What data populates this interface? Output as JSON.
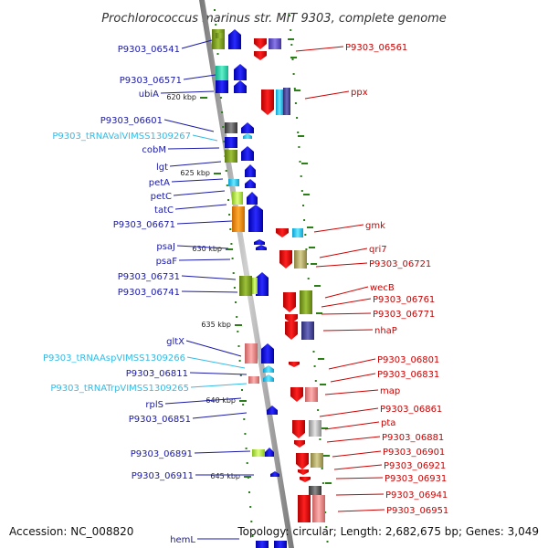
{
  "title": "Prochlorococcus marinus str. MIT 9303, complete genome",
  "footer": {
    "accession": "Accession: NC_008820",
    "topology": "Topology: circular; Length: 2,682,675 bp; Genes: 3,049"
  },
  "colors": {
    "left_label": "#1a1aa6",
    "left_trna_label": "#33bbe6",
    "right_label": "#cc0000",
    "backbone": "#999999",
    "ruler": "#2e7d1b"
  },
  "scale_labels": [
    "620 kbp",
    "625 kbp",
    "630 kbp",
    "635 kbp",
    "640 kbp",
    "645 kbp"
  ],
  "left_labels": [
    {
      "text": "P9303_06541",
      "kind": "gene"
    },
    {
      "text": "P9303_06571",
      "kind": "gene"
    },
    {
      "text": "ubiA",
      "kind": "gene"
    },
    {
      "text": "P9303_06601",
      "kind": "gene"
    },
    {
      "text": "P9303_tRNAValVIMSS1309267",
      "kind": "trna"
    },
    {
      "text": "cobM",
      "kind": "gene"
    },
    {
      "text": "lgt",
      "kind": "gene"
    },
    {
      "text": "petA",
      "kind": "gene"
    },
    {
      "text": "petC",
      "kind": "gene"
    },
    {
      "text": "tatC",
      "kind": "gene"
    },
    {
      "text": "P9303_06671",
      "kind": "gene"
    },
    {
      "text": "psaJ",
      "kind": "gene"
    },
    {
      "text": "psaF",
      "kind": "gene"
    },
    {
      "text": "P9303_06731",
      "kind": "gene"
    },
    {
      "text": "P9303_06741",
      "kind": "gene"
    },
    {
      "text": "gltX",
      "kind": "gene"
    },
    {
      "text": "P9303_tRNAAspVIMSS1309266",
      "kind": "trna"
    },
    {
      "text": "P9303_06811",
      "kind": "gene"
    },
    {
      "text": "P9303_tRNATrpVIMSS1309265",
      "kind": "trna"
    },
    {
      "text": "rplS",
      "kind": "gene"
    },
    {
      "text": "P9303_06851",
      "kind": "gene"
    },
    {
      "text": "P9303_06891",
      "kind": "gene"
    },
    {
      "text": "P9303_06911",
      "kind": "gene"
    },
    {
      "text": "hemL",
      "kind": "gene"
    }
  ],
  "right_labels": [
    {
      "text": "P9303_06561"
    },
    {
      "text": "ppx"
    },
    {
      "text": "gmk"
    },
    {
      "text": "qri7"
    },
    {
      "text": "P9303_06721"
    },
    {
      "text": "wecB"
    },
    {
      "text": "P9303_06761"
    },
    {
      "text": "P9303_06771"
    },
    {
      "text": "nhaP"
    },
    {
      "text": "P9303_06801"
    },
    {
      "text": "P9303_06831"
    },
    {
      "text": "map"
    },
    {
      "text": "P9303_06861"
    },
    {
      "text": "pta"
    },
    {
      "text": "P9303_06881"
    },
    {
      "text": "P9303_06901"
    },
    {
      "text": "P9303_06921"
    },
    {
      "text": "P9303_06931"
    },
    {
      "text": "P9303_06941"
    },
    {
      "text": "P9303_06951"
    }
  ]
}
